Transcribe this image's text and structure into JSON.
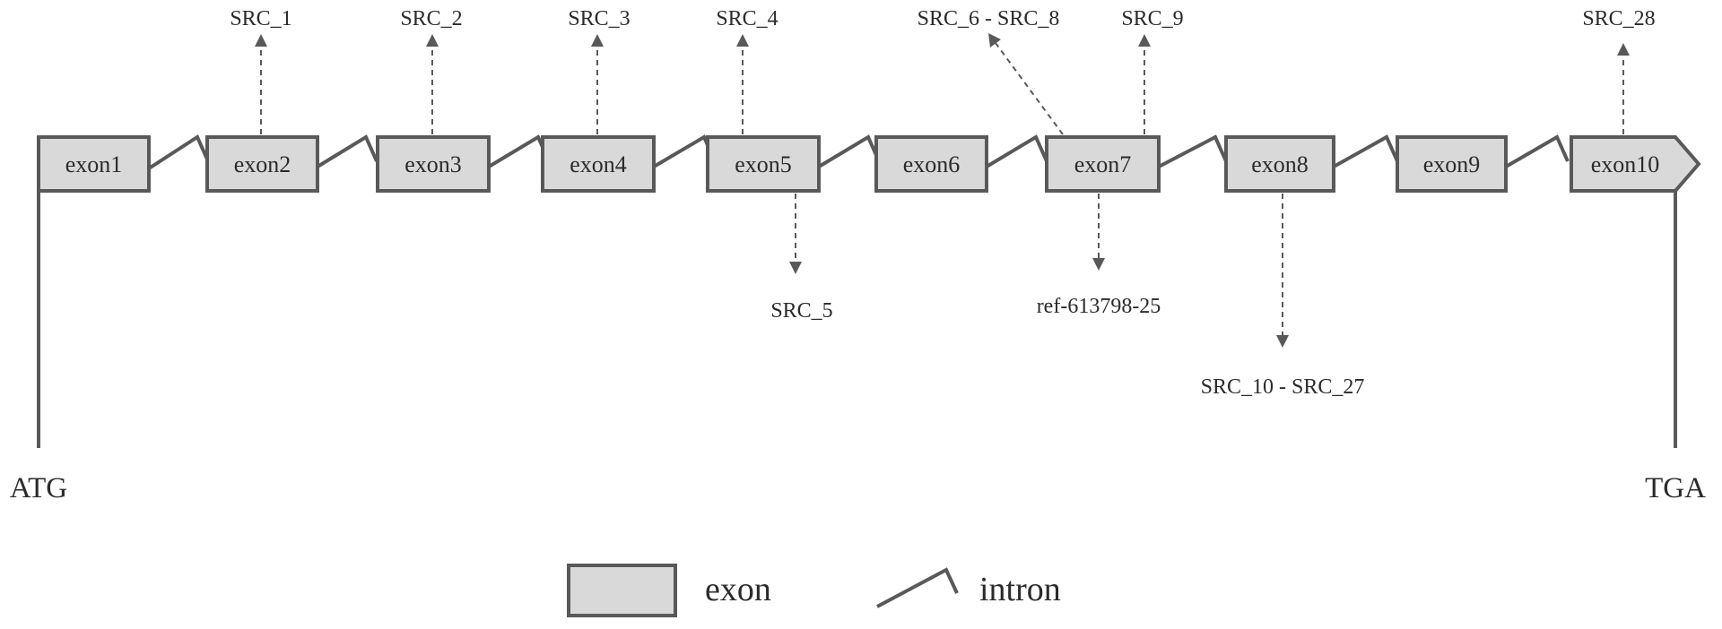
{
  "gene": {
    "start_codon": "ATG",
    "stop_codon": "TGA",
    "exons": [
      "exon1",
      "exon2",
      "exon3",
      "exon4",
      "exon5",
      "exon6",
      "exon7",
      "exon8",
      "exon9",
      "exon10"
    ]
  },
  "variants": [
    {
      "label": "SRC_1",
      "exon": "exon2",
      "direction": "up"
    },
    {
      "label": "SRC_2",
      "exon": "exon3",
      "direction": "up"
    },
    {
      "label": "SRC_3",
      "exon": "exon4",
      "direction": "up"
    },
    {
      "label": "SRC_4",
      "exon": "exon5",
      "direction": "up"
    },
    {
      "label": "SRC_5",
      "exon": "exon5",
      "direction": "down"
    },
    {
      "label": "SRC_6 - SRC_8",
      "exon": "exon7",
      "direction": "up-left"
    },
    {
      "label": "SRC_9",
      "exon": "exon7",
      "direction": "up"
    },
    {
      "label": "ref-613798-25",
      "exon": "exon7",
      "direction": "down"
    },
    {
      "label": "SRC_10 - SRC_27",
      "exon": "exon8",
      "direction": "down"
    },
    {
      "label": "SRC_28",
      "exon": "exon10",
      "direction": "up"
    }
  ],
  "legend": {
    "exon_label": "exon",
    "intron_label": "intron"
  },
  "colors": {
    "exon_fill": "#d9d9d9",
    "stroke": "#595959",
    "text": "#2b2b2b"
  }
}
